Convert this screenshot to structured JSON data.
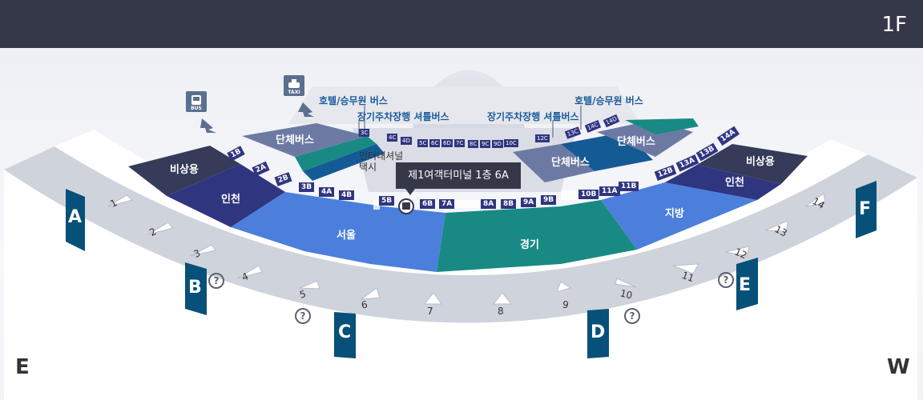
{
  "floor_label": "1F",
  "tooltip": {
    "text": "제1여객터미널 1층 6A"
  },
  "directions": {
    "left": "E",
    "right": "W"
  },
  "icons": {
    "bus_caption": "BUS",
    "taxi_caption": "TAXI"
  },
  "labels": {
    "hotel_bus_left": "호텔/승무원 버스",
    "hotel_bus_right": "호텔/승무원 버스",
    "longterm_shuttle_left": "장기주차장행 셔틀버스",
    "longterm_shuttle_right": "장기주차장행 셔틀버스",
    "taxi_inter": "인터내셔널\n택시"
  },
  "zones": {
    "emergency_left": "비상용",
    "incheon_left": "인천",
    "seoul": "서울",
    "gyeonggi": "경기",
    "regional": "지방",
    "incheon_right": "인천",
    "emergency_right": "비상용",
    "group_bus_left": "단체버스",
    "group_bus_mid": "단체버스",
    "group_bus_right": "단체버스"
  },
  "stops": [
    "1B",
    "2A",
    "2B",
    "3B",
    "4A",
    "4B",
    "5B",
    "6B",
    "7A",
    "8A",
    "8B",
    "9A",
    "9B",
    "10B",
    "11A",
    "11B",
    "12B",
    "13A",
    "13B",
    "14A"
  ],
  "small_stops": [
    "3C",
    "4C",
    "4D",
    "5C",
    "6C",
    "6D",
    "7C",
    "8C",
    "9C",
    "9D",
    "10C",
    "12C",
    "13C",
    "14C",
    "14D"
  ],
  "doors": [
    "1",
    "2",
    "3",
    "4",
    "5",
    "6",
    "7",
    "8",
    "9",
    "10",
    "11",
    "12",
    "13",
    "14"
  ],
  "gates": [
    "A",
    "B",
    "C",
    "D",
    "E",
    "F"
  ],
  "colors": {
    "header": "#353849",
    "dark_slate": "#353b58",
    "navy": "#303580",
    "blue": "#4c7fdc",
    "teal": "#188a83",
    "grey_blue": "#6c7aa3",
    "deep_blue": "#145b95",
    "gate": "#075079"
  }
}
